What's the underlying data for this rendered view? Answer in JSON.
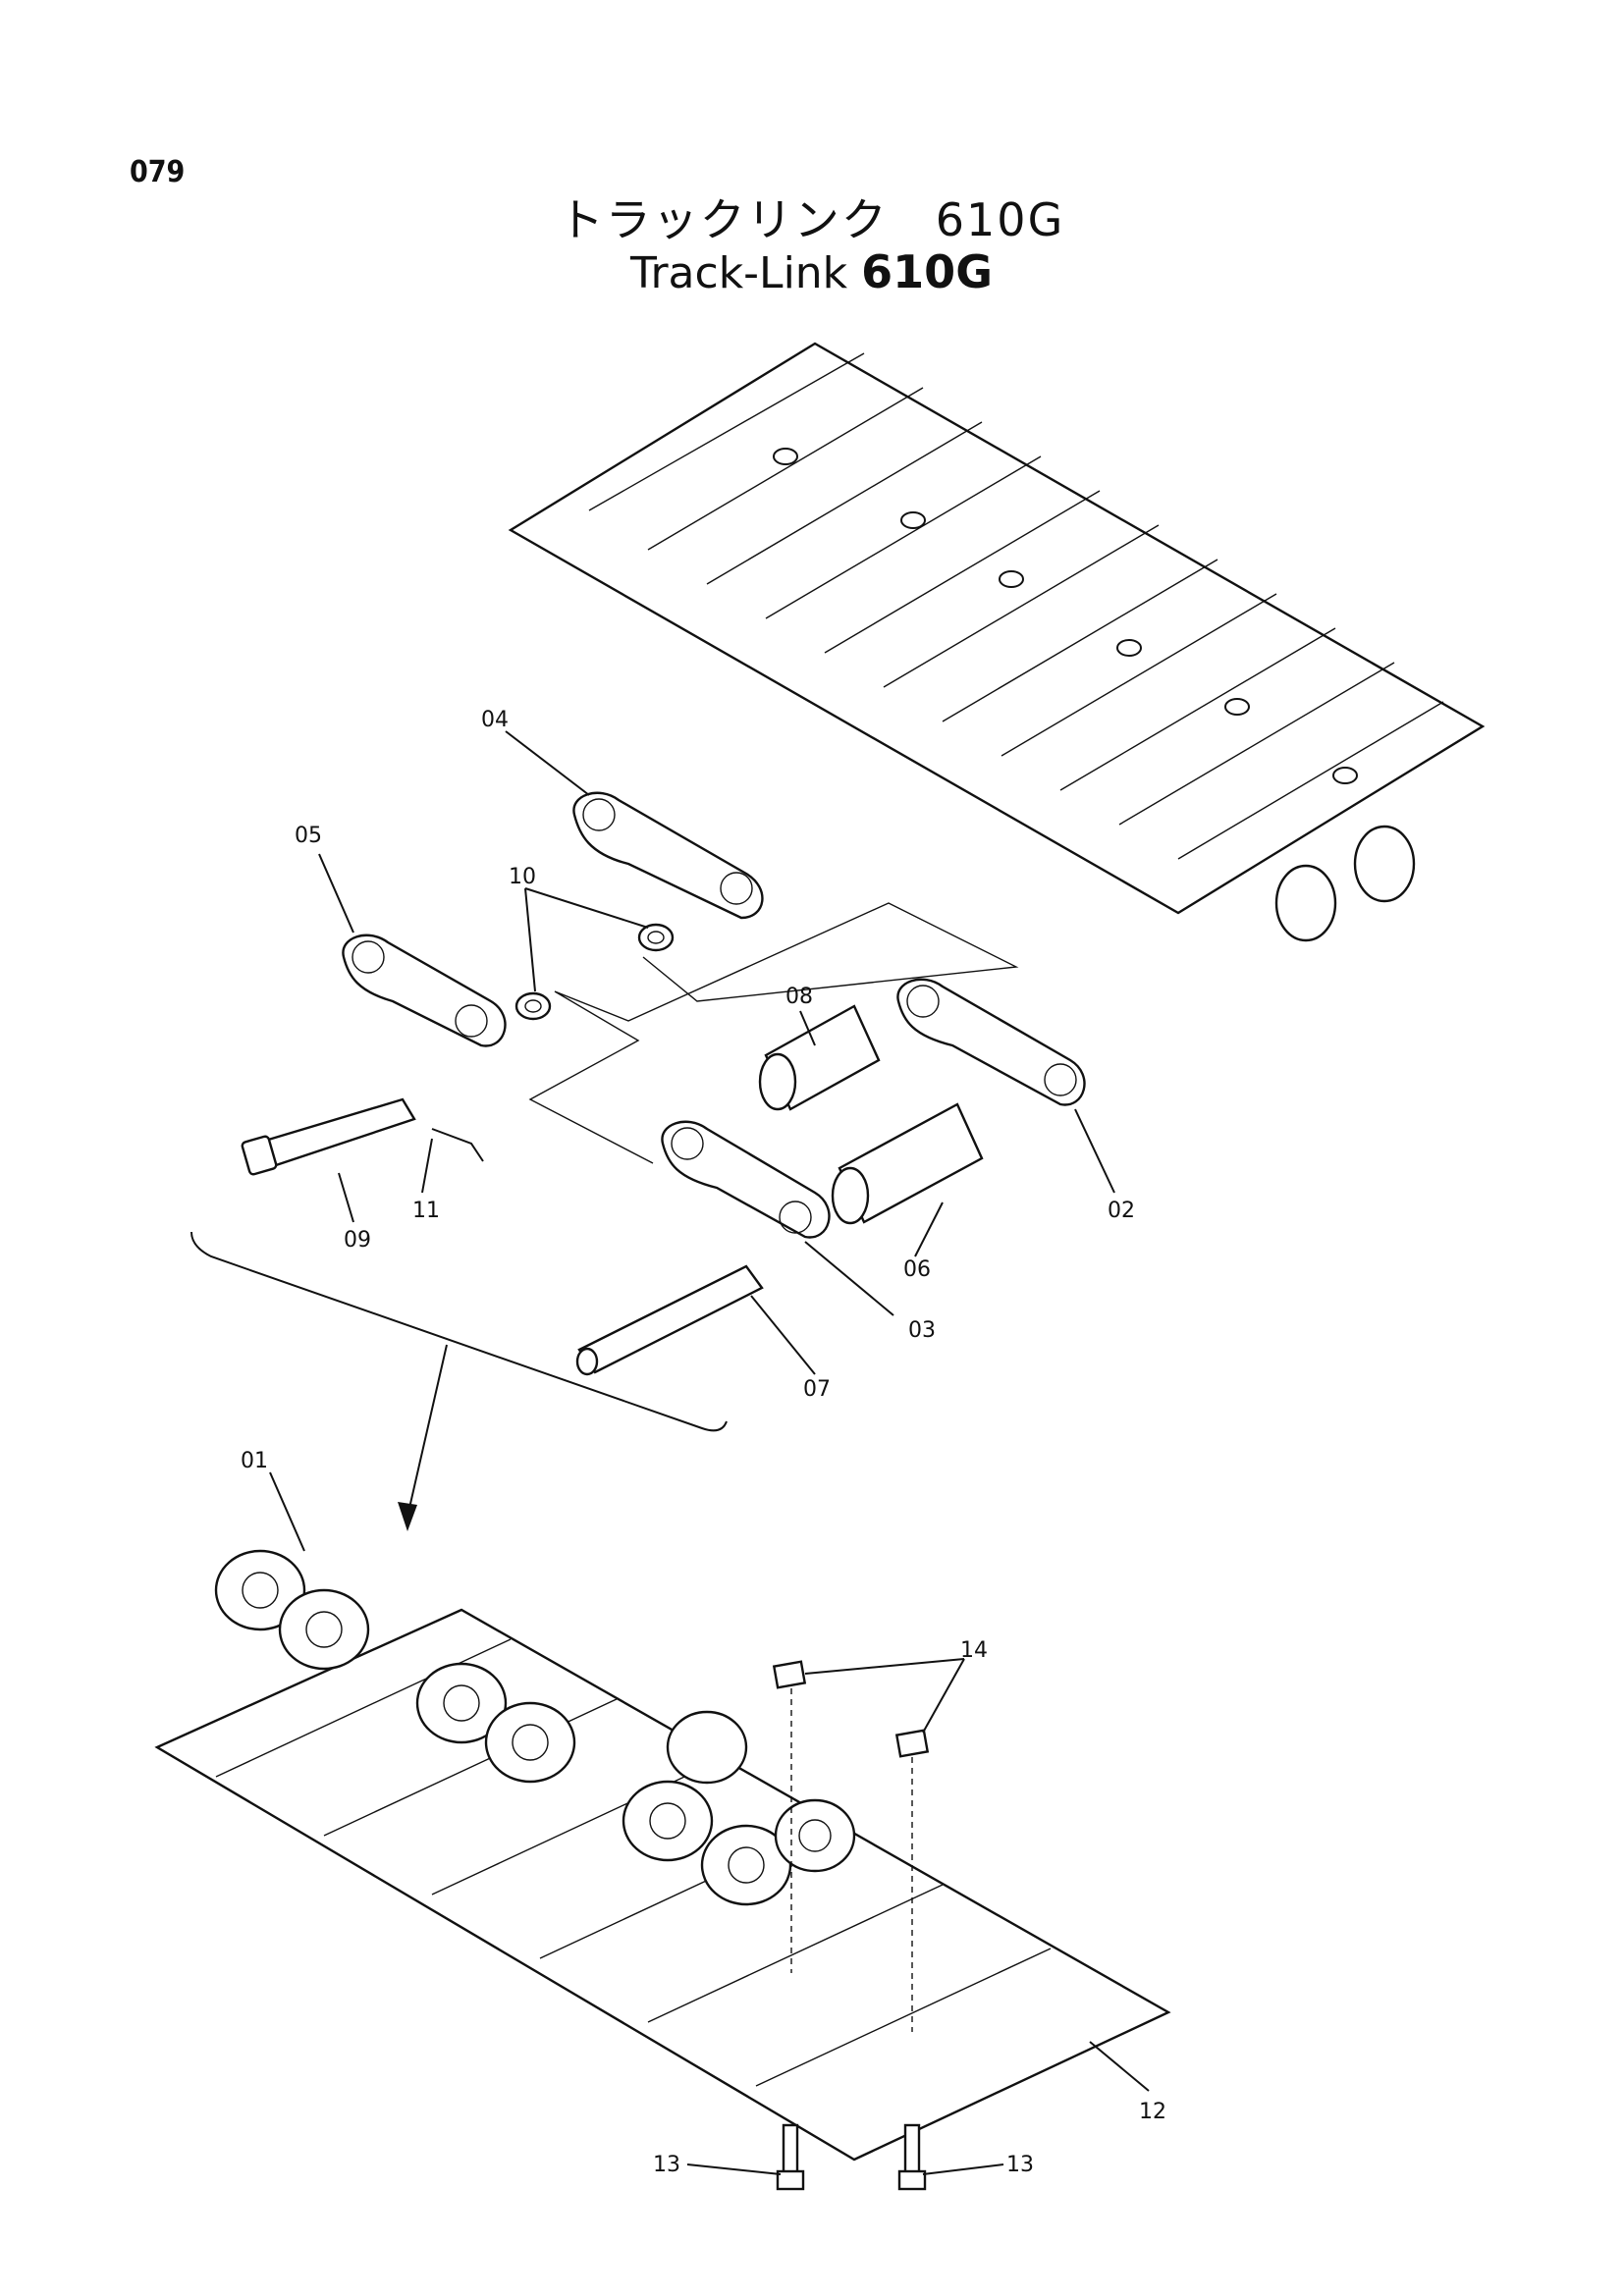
{
  "page": {
    "number": "079"
  },
  "title": {
    "japanese": "トラックリンク　610G",
    "english": "Track-Link",
    "english_model": "610G"
  },
  "callouts": {
    "p01": "01",
    "p02": "02",
    "p03": "03",
    "p04": "04",
    "p05": "05",
    "p06": "06",
    "p07": "07",
    "p08": "08",
    "p09": "09",
    "p10": "10",
    "p11": "11",
    "p12": "12",
    "p13a": "13",
    "p13b": "13",
    "p14": "14"
  }
}
